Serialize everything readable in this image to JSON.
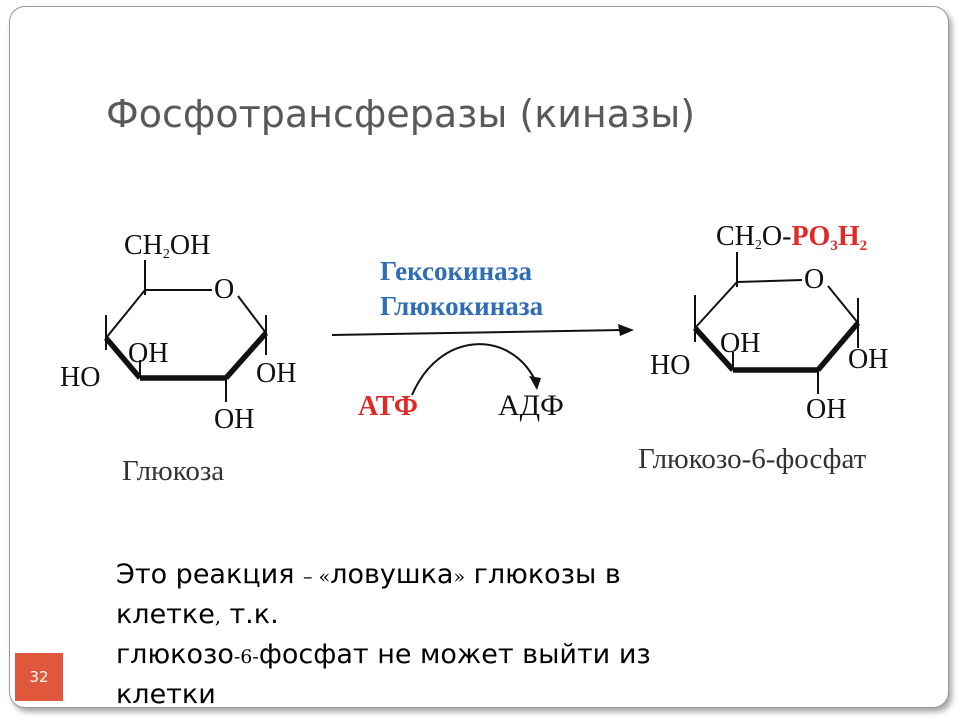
{
  "slide": {
    "title": "Фосфотрансферазы (киназы)",
    "number": "32"
  },
  "diagram": {
    "glucose": {
      "top_group": "CH",
      "top_sub": "2",
      "top_rest": "OH",
      "ring_o": "O",
      "ho_left": "HO",
      "oh_inner": "OH",
      "oh_right": "OH",
      "oh_bottom": "OH",
      "name": "Глюкоза"
    },
    "enzymes": {
      "line1": "Гексокиназа",
      "line2": "Глюкокиназа",
      "color": "#2f6db5"
    },
    "cofactors": {
      "atp": "АТФ",
      "atp_color": "#e02a2a",
      "adp": "АДФ"
    },
    "product": {
      "top_group": "CH",
      "top_sub": "2",
      "top_mid": "O-",
      "phosphate_p": "PO",
      "phosphate_sub1": "3",
      "phosphate_h": "H",
      "phosphate_sub2": "2",
      "phosphate_color": "#e02a2a",
      "ring_o": "O",
      "ho_left": "HO",
      "oh_inner": "OH",
      "oh_right": "OH",
      "oh_bottom": "OH",
      "name": "Глюкозо-6-фосфат"
    }
  },
  "caption": {
    "l1a": "Это реакция ",
    "dash": "– «",
    "l1b": "ловушка",
    "quote_close": "»",
    "l1c": " глюкозы в",
    "l2a": "клетке",
    "comma": ",",
    "l2b": " т.к.",
    "l3a": "глюкозо",
    "six": "-6-",
    "l3b": "фосфат не может выйти из",
    "l4": "клетки"
  }
}
